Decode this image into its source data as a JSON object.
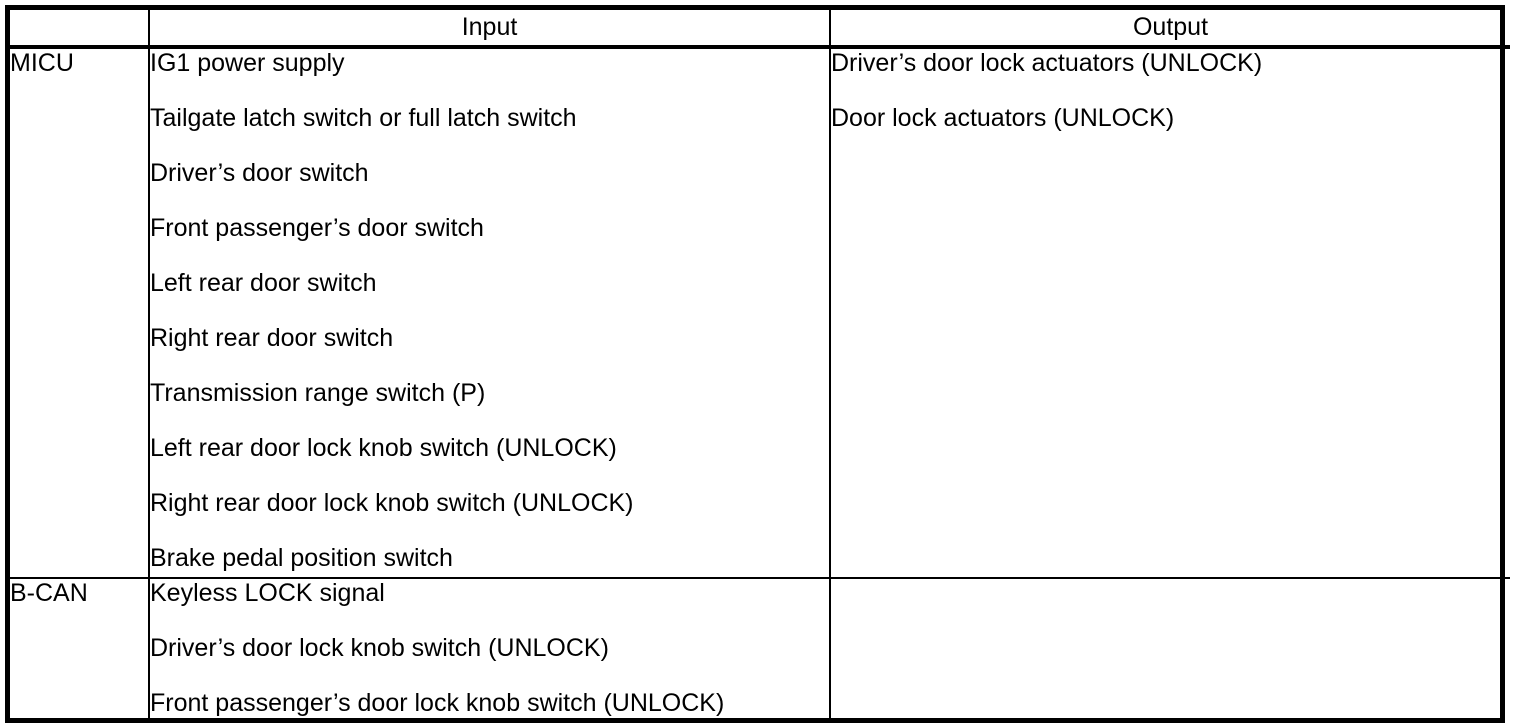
{
  "table": {
    "headers": {
      "unit": "",
      "input": "Input",
      "output": "Output"
    },
    "rows": [
      {
        "unit": "MICU",
        "inputs": [
          "IG1 power supply",
          "Tailgate latch switch or full latch switch",
          "Driver’s door switch",
          "Front passenger’s door switch",
          "Left rear door switch",
          "Right rear door switch",
          "Transmission range switch (P)",
          "Left rear door lock knob switch (UNLOCK)",
          "Right rear door lock knob switch (UNLOCK)",
          "Brake pedal position switch"
        ],
        "outputs": [
          "Driver’s door lock actuators (UNLOCK)",
          "Door lock actuators (UNLOCK)"
        ]
      },
      {
        "unit": "B-CAN",
        "inputs": [
          "Keyless LOCK signal",
          "Driver’s door lock knob switch (UNLOCK)",
          "Front passenger’s door lock knob switch (UNLOCK)"
        ],
        "outputs": []
      }
    ]
  },
  "colors": {
    "border": "#000000",
    "text": "#000000",
    "background": "#ffffff"
  }
}
